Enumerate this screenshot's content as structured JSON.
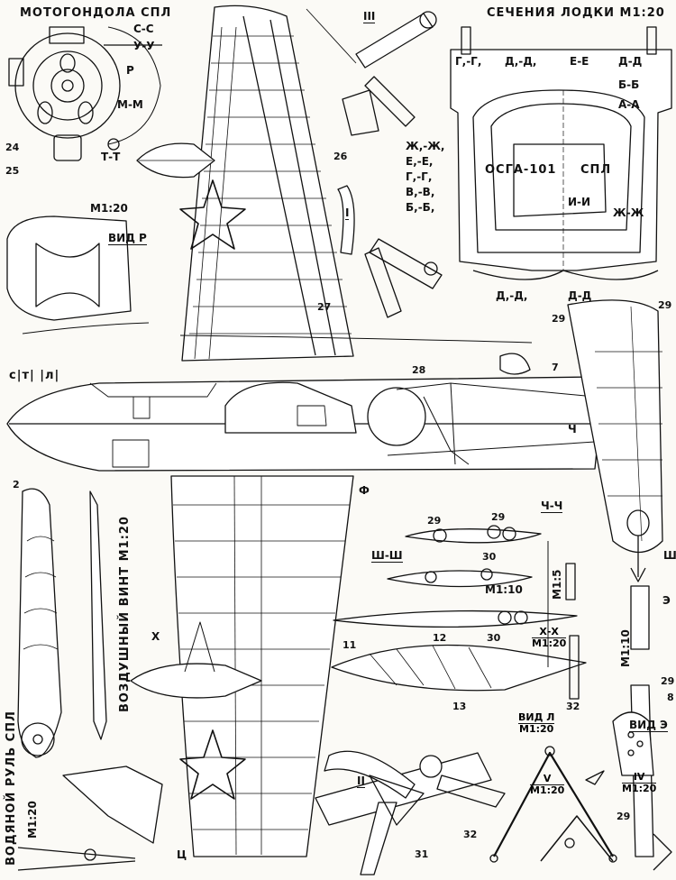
{
  "labels": {
    "nacelle_title": "МОТОГОНДОЛА СПЛ",
    "hull_title": "СЕЧЕНИЯ ЛОДКИ М1:20",
    "s_c": "С-С",
    "u_u": "У-У",
    "m_m": "М-М",
    "t_t": "Т-Т",
    "p": "Р",
    "n24": "24",
    "n25": "25",
    "scale_m120_a": "М1:20",
    "view_p": "ВИД Р",
    "roman3": "III",
    "roman1": "I",
    "roman2": "II",
    "n26": "26",
    "n27": "27",
    "n28": "28",
    "n29a": "29",
    "n29b": "29",
    "n7": "7",
    "ch": "Ч",
    "f": "Ф",
    "x": "Х",
    "ts": "Ц",
    "cap_d": "СПЛ",
    "hull_g": "Г,-Г,",
    "hull_d": "Д,-Д,",
    "hull_e": "Е-Е",
    "hull_dd": "Д-Д",
    "hull_bb": "Б-Б",
    "hull_aa": "А-А",
    "hull_zh1": "Ж,-Ж,",
    "hull_e1": "Е,-Е,",
    "hull_g1": "Г,-Г,",
    "hull_v1": "В,-В,",
    "hull_b1": "Б,-Б,",
    "hull_name": "ОСГА-101",
    "hull_spl": "СПЛ",
    "hull_ii": "И-И",
    "hull_zhzh": "Ж-Ж",
    "hull_d1_bottom": "Д,-Д,",
    "hull_dd_bottom": "Д-Д",
    "prop_title": "ВОЗДУШНЫЙ ВИНТ М1:20",
    "n2": "2",
    "rudder_title": "ВОДЯНОЙ РУЛЬ СПЛ",
    "rudder_scale": "М1:20",
    "sec_chch": "Ч-Ч",
    "sec_shsh": "Ш-Ш",
    "sec_m110": "М1:10",
    "sec_m15": "М1:5",
    "sec_hh": "Х-Х",
    "sec_hh_scale": "М1:20",
    "n29c": "29",
    "n29d": "29",
    "n30a": "30",
    "n30b": "30",
    "n11": "11",
    "n12": "12",
    "n13": "13",
    "sh": "Ш",
    "e": "Э",
    "m110b": "М1:10",
    "n29e": "29",
    "n8": "8",
    "view_e": "ВИД Э",
    "view_l": "ВИД Л",
    "view_l_scale": "М1:20",
    "n32a": "32",
    "v_title": "V",
    "v_scale": "М1:20",
    "iv_title": "IV",
    "iv_scale": "М1:20",
    "n29f": "29",
    "n31": "31",
    "n32b": "32",
    "side_letters": "с|т| |л|"
  },
  "colors": {
    "ink": "#111111",
    "paper": "#fbfaf6"
  }
}
